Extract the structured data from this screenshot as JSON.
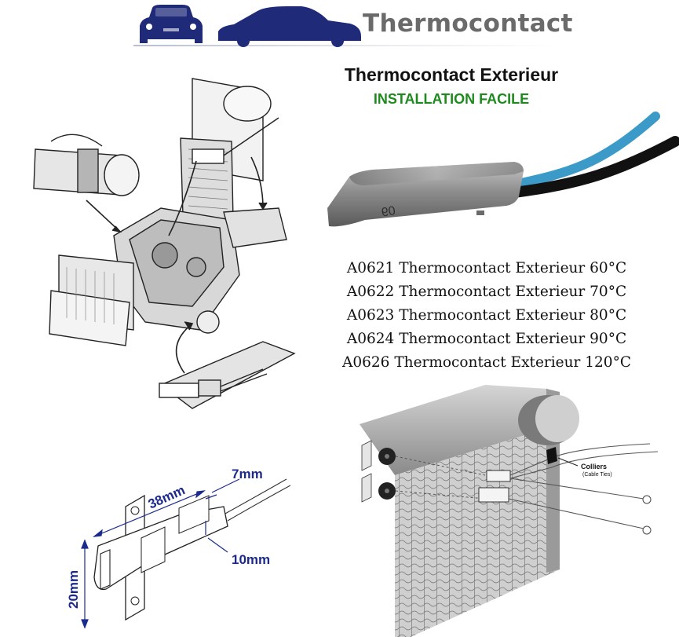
{
  "banner": {
    "title": "Thermocontact"
  },
  "heading": "Thermocontact Exterieur",
  "subheading": "INSTALLATION FACILE",
  "products": [
    "A0621 Thermocontact Exterieur 60°C",
    "A0622 Thermocontact Exterieur 70°C",
    "A0623 Thermocontact Exterieur 80°C",
    "A0624 Thermocontact Exterieur 90°C",
    "A0626 Thermocontact Exterieur 120°C"
  ],
  "sensor_photo": {
    "label": "60"
  },
  "radiator": {
    "callout_main": "Colliers",
    "callout_sub": "(Cable Ties)"
  },
  "dimensions": {
    "length": "38mm",
    "width": "7mm",
    "height": "10mm",
    "plate": "20mm"
  },
  "colors": {
    "banner_blue": "#1f2a78",
    "dimension_blue": "#1c2a8c",
    "subheading_green": "#1e8a1e",
    "cable_blue": "#3c9ac8"
  }
}
